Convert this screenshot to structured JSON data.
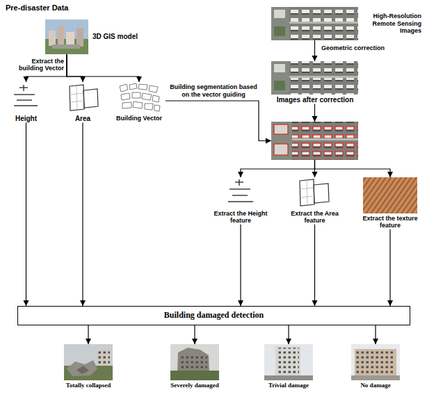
{
  "diagram": {
    "nodes": [
      {
        "text": [
          "3D GIS model"
        ]
      },
      {
        "text": [
          "Height"
        ]
      },
      {
        "text": [
          "Area"
        ]
      },
      {
        "text": [
          "Building Vector"
        ]
      },
      {
        "text": [
          "High-Resolution Remote Sensing Images"
        ]
      },
      {
        "text": [
          "Images after correction"
        ]
      },
      {
        "text": []
      },
      {
        "text": [
          "Extract the Height feature"
        ]
      },
      {
        "text": [
          "Extract the Area feature"
        ]
      },
      {
        "text": [
          "Extract the texture feature"
        ]
      },
      {
        "text": [
          "Building damaged detection"
        ]
      },
      {
        "text": [
          "Totally collapsed"
        ]
      },
      {
        "text": [
          "Severely damaged"
        ]
      },
      {
        "text": [
          "Trivial damage"
        ]
      },
      {
        "text": [
          "No damage"
        ]
      }
    ],
    "edges": [
      {
        "from": 0,
        "to": 1,
        "arrow": "to"
      },
      {
        "from": 0,
        "to": 2,
        "arrow": "to"
      },
      {
        "from": 0,
        "to": 3,
        "arrow": "to"
      },
      {
        "from": 4,
        "to": 5,
        "label": "Geometric correction",
        "arrow": "to"
      },
      {
        "from": 3,
        "to": 6,
        "label": "Building segmentation based on the vector guiding",
        "arrow": "to"
      },
      {
        "from": 5,
        "to": 6,
        "arrow": "to"
      },
      {
        "from": 6,
        "to": 7,
        "arrow": "to"
      },
      {
        "from": 6,
        "to": 8,
        "arrow": "to"
      },
      {
        "from": 6,
        "to": 9,
        "arrow": "to"
      },
      {
        "from": 1,
        "to": 10,
        "arrow": "to"
      },
      {
        "from": 2,
        "to": 10,
        "arrow": "to"
      },
      {
        "from": 7,
        "to": 10,
        "arrow": "to"
      },
      {
        "from": 8,
        "to": 10,
        "arrow": "to"
      },
      {
        "from": 9,
        "to": 10,
        "arrow": "to"
      },
      {
        "from": 10,
        "to": 11,
        "arrow": "to"
      },
      {
        "from": 10,
        "to": 12,
        "arrow": "to"
      },
      {
        "from": 10,
        "to": 13,
        "arrow": "to"
      },
      {
        "from": 10,
        "to": 14,
        "arrow": "to"
      }
    ],
    "labels": [
      "Pre-disaster Data",
      "Extract the building Vector"
    ]
  }
}
